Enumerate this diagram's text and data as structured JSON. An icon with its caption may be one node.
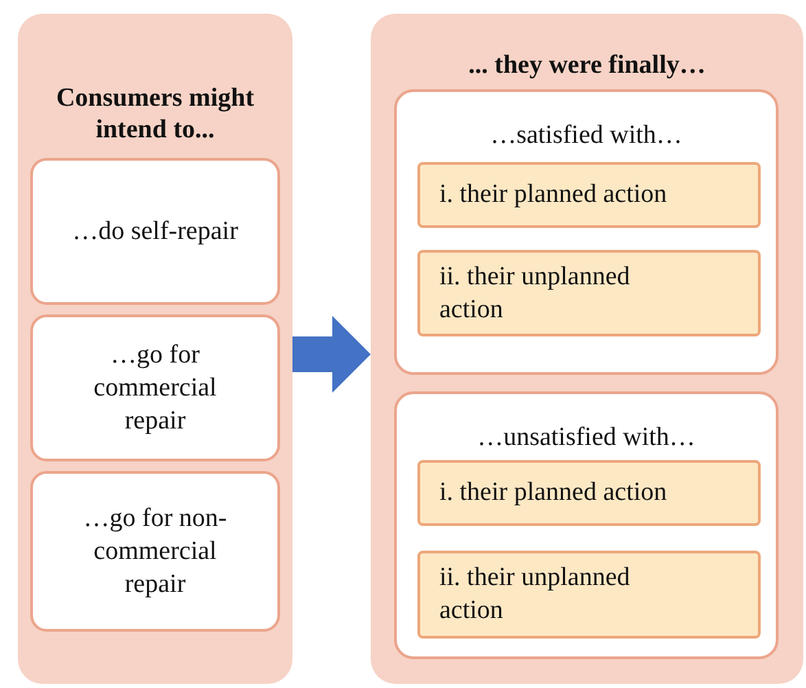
{
  "diagram": {
    "nodes": [
      {
        "text": [
          "Consumers might intend to..."
        ]
      },
      {
        "text": [
          "…do self-repair"
        ],
        "in": 0
      },
      {
        "text": [
          "…go for commercial repair"
        ],
        "in": 0
      },
      {
        "text": [
          "…go for non-commercial repair"
        ],
        "in": 0
      },
      {
        "text": [
          "... they were finally…"
        ]
      },
      {
        "text": [
          "…satisfied with…"
        ],
        "in": 4
      },
      {
        "text": [
          "i. their planned action"
        ],
        "in": 5
      },
      {
        "text": [
          "ii. their unplanned action"
        ],
        "in": 5
      },
      {
        "text": [
          "…unsatisfied with…"
        ],
        "in": 4
      },
      {
        "text": [
          "i. their planned action"
        ],
        "in": 8
      },
      {
        "text": [
          "ii. their unplanned action"
        ],
        "in": 8
      }
    ],
    "edges": [
      {
        "from": 0,
        "to": 4,
        "arrow": "to",
        "color": "#4472c4"
      }
    ]
  }
}
